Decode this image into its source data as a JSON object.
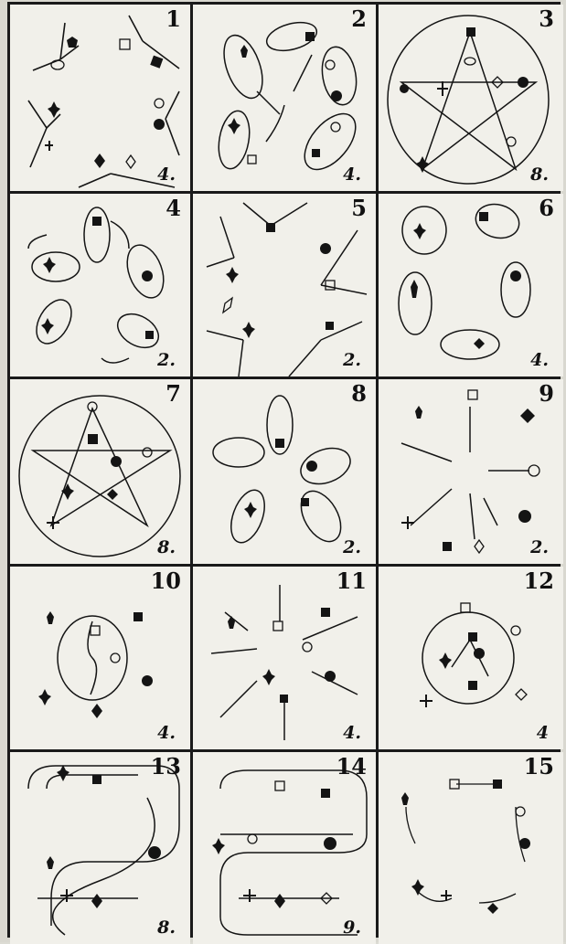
{
  "plate": {
    "panels": [
      {
        "number": "1",
        "figure_count": "4."
      },
      {
        "number": "2",
        "figure_count": "4."
      },
      {
        "number": "3",
        "figure_count": "8."
      },
      {
        "number": "4",
        "figure_count": "2."
      },
      {
        "number": "5",
        "figure_count": "2."
      },
      {
        "number": "6",
        "figure_count": "4."
      },
      {
        "number": "7",
        "figure_count": "8."
      },
      {
        "number": "8",
        "figure_count": "2."
      },
      {
        "number": "9",
        "figure_count": "2."
      },
      {
        "number": "10",
        "figure_count": "4."
      },
      {
        "number": "11",
        "figure_count": "4."
      },
      {
        "number": "12",
        "figure_count": "4"
      },
      {
        "number": "13",
        "figure_count": "8."
      },
      {
        "number": "14",
        "figure_count": "9."
      },
      {
        "number": "15",
        "figure_count": ""
      }
    ]
  },
  "colors": {
    "ink": "#141414",
    "paper": "#f1f0ea",
    "frame": "#1a1a1a"
  },
  "icons": [
    "bishop-icon",
    "crown-icon",
    "cross-icon",
    "diamond-icon",
    "square-icon",
    "circle-icon",
    "blob-icon"
  ]
}
